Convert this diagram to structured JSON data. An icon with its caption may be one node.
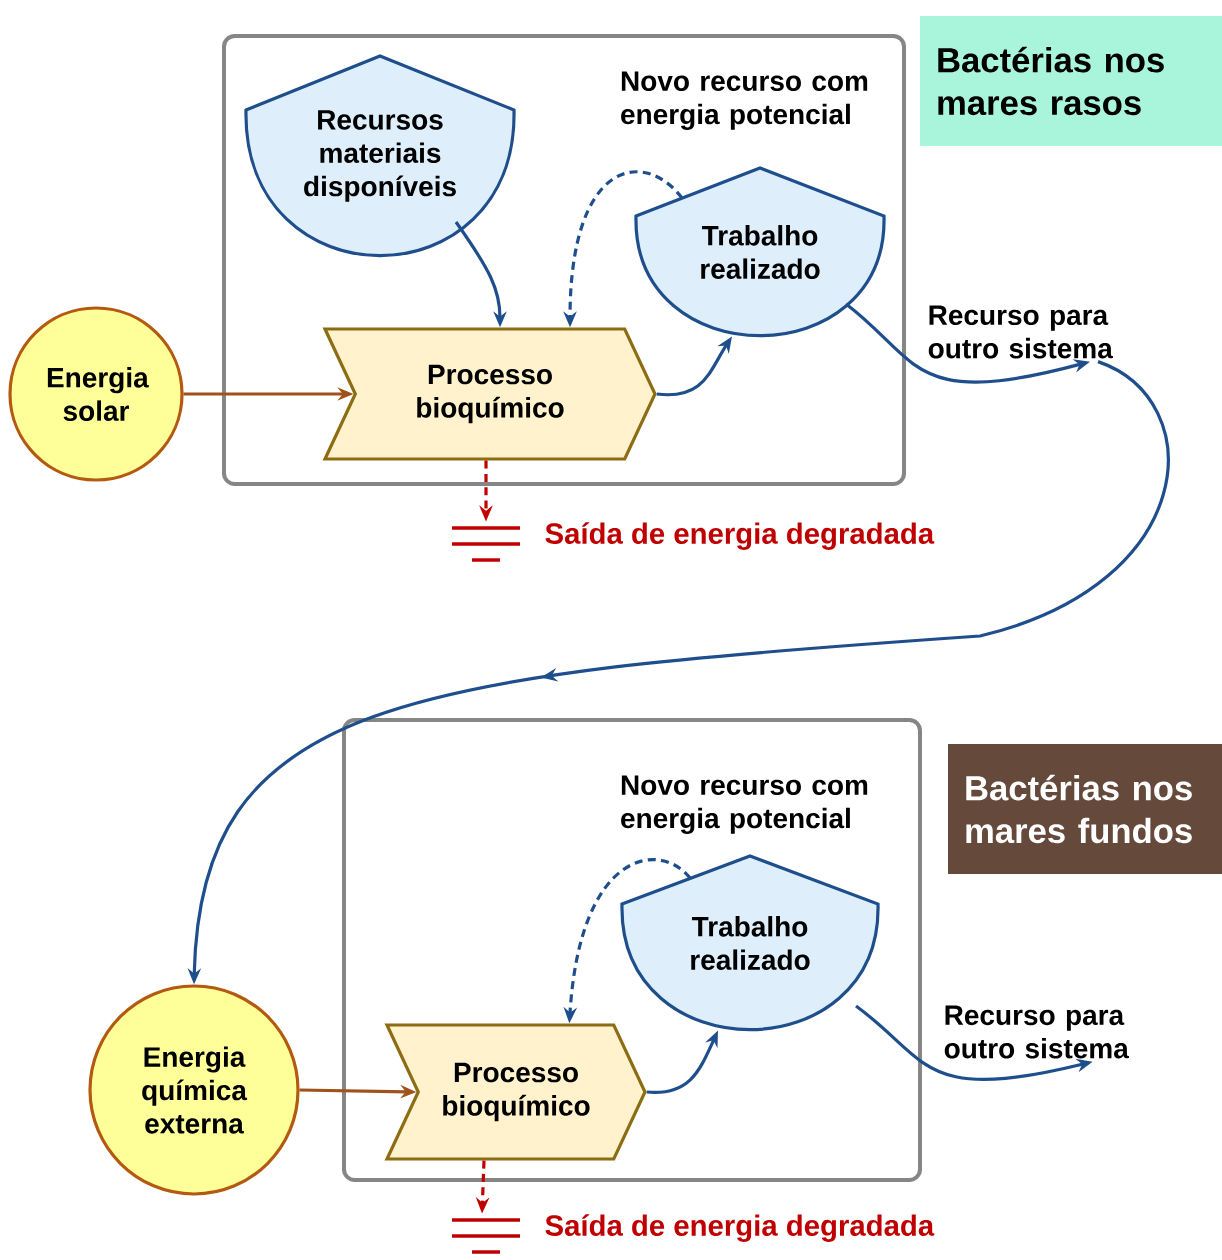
{
  "diagram": {
    "nodes": [
      {
        "text": [],
        "shape": "box"
      },
      {
        "text": [
          "Bactérias nos mares rasos"
        ]
      },
      {
        "text": [
          "Energia solar"
        ]
      },
      {
        "text": [
          "Recursos materiais disponíveis"
        ],
        "in": 0
      },
      {
        "text": [
          "Trabalho realizado"
        ],
        "in": 0,
        "beside": [
          "Novo recurso com energia potencial"
        ]
      },
      {
        "text": [
          "Processo bioquímico"
        ],
        "in": 0
      },
      {
        "text": [
          "Recurso para outro sistema"
        ]
      },
      {
        "text": [
          "Saída de energia degradada"
        ]
      },
      {
        "text": [],
        "shape": "box"
      },
      {
        "text": [
          "Bactérias nos mares fundos"
        ]
      },
      {
        "text": [
          "Energia química externa"
        ]
      },
      {
        "text": [
          "Trabalho realizado"
        ],
        "in": 8,
        "beside": [
          "Novo recurso com energia potencial"
        ]
      },
      {
        "text": [
          "Processo bioquímico"
        ],
        "in": 8
      },
      {
        "text": [
          "Recurso para outro sistema"
        ]
      },
      {
        "text": [
          "Saída de energia degradada"
        ]
      }
    ],
    "edges": [
      {
        "from": 2,
        "to": 5,
        "arrow": "to",
        "color": "#a0521d"
      },
      {
        "from": 3,
        "to": 5,
        "arrow": "to"
      },
      {
        "from": 5,
        "to": 4,
        "arrow": "to"
      },
      {
        "from": 4,
        "to": 5,
        "arrow": "to",
        "style": "dashed"
      },
      {
        "from": 4,
        "to": 6,
        "arrow": "to"
      },
      {
        "from": 6,
        "to": 10,
        "arrow": "to"
      },
      {
        "from": 5,
        "to": 7,
        "arrow": "to",
        "style": "dashed",
        "color": "#c00000"
      },
      {
        "from": 10,
        "to": 12,
        "arrow": "to",
        "color": "#a0521d"
      },
      {
        "from": 12,
        "to": 11,
        "arrow": "to"
      },
      {
        "from": 11,
        "to": 12,
        "arrow": "to",
        "style": "dashed"
      },
      {
        "from": 11,
        "to": 13,
        "arrow": "to"
      },
      {
        "from": 12,
        "to": 14,
        "arrow": "to",
        "style": "dashed",
        "color": "#c00000"
      }
    ]
  }
}
